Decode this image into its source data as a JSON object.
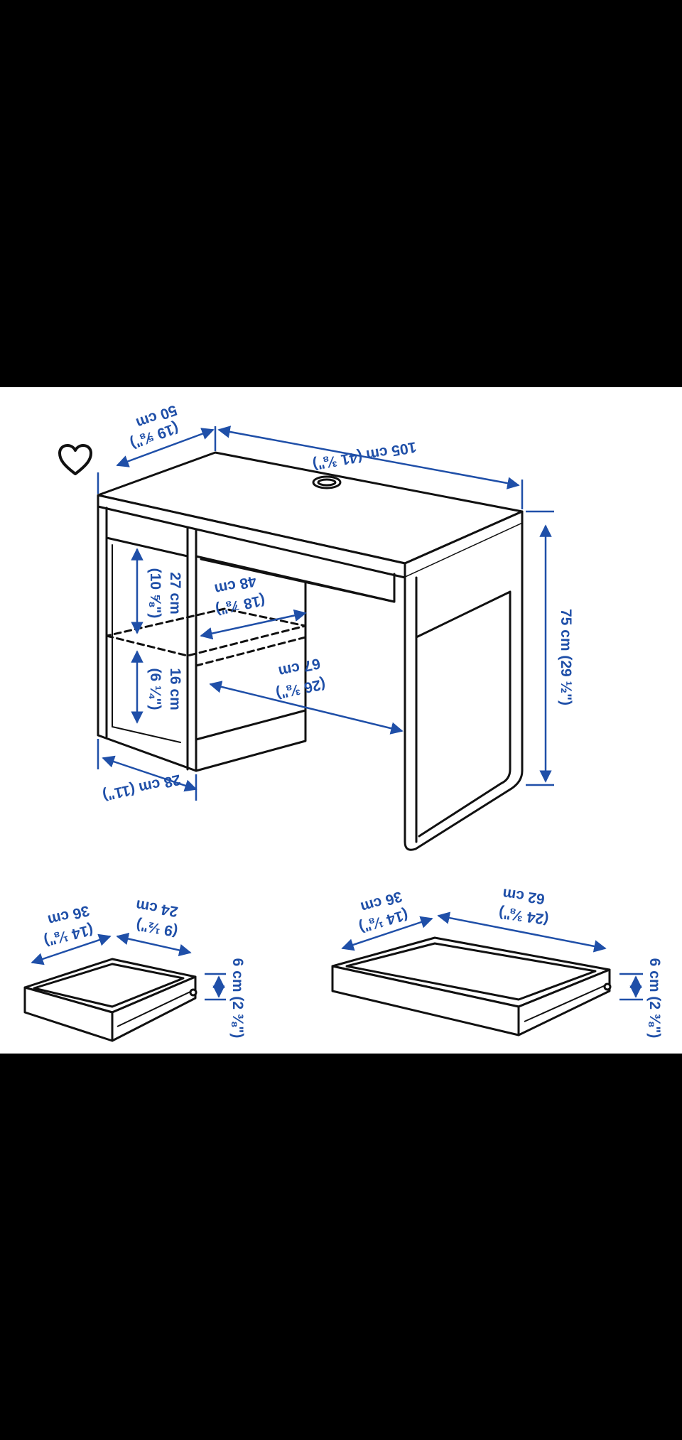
{
  "colors": {
    "dimension": "#1f4fa8",
    "line": "#111111",
    "background": "#ffffff",
    "letterbox": "#000000"
  },
  "icons": {
    "favorite": "heart-outline-icon"
  },
  "dimensions": {
    "desk_depth": "50 cm",
    "desk_depth_in": "(19 ⅝\")",
    "desk_width": "105 cm (41 ⅜\")",
    "desk_height": "75 cm (29 ½\")",
    "shelf_height_upper": "27 cm",
    "shelf_height_upper_in": "(10 ⅝\")",
    "shelf_depth": "48 cm",
    "shelf_depth_in": "(18 ⅞\")",
    "shelf_height_lower": "16 cm",
    "shelf_height_lower_in": "(6 ¼\")",
    "knee_width": "67 cm",
    "knee_width_in": "(26 ⅜\")",
    "cabinet_width": "28 cm (11\")",
    "small_drawer_depth": "36 cm",
    "small_drawer_depth_in": "(14 ⅛\")",
    "small_drawer_width": "24 cm",
    "small_drawer_width_in": "(9 ½\")",
    "small_drawer_height": "6 cm (2 ⅜\")",
    "large_drawer_depth": "36 cm",
    "large_drawer_depth_in": "(14 ⅛\")",
    "large_drawer_width": "62 cm",
    "large_drawer_width_in": "(24 ⅜\")",
    "large_drawer_height": "6 cm (2 ⅜\")"
  }
}
